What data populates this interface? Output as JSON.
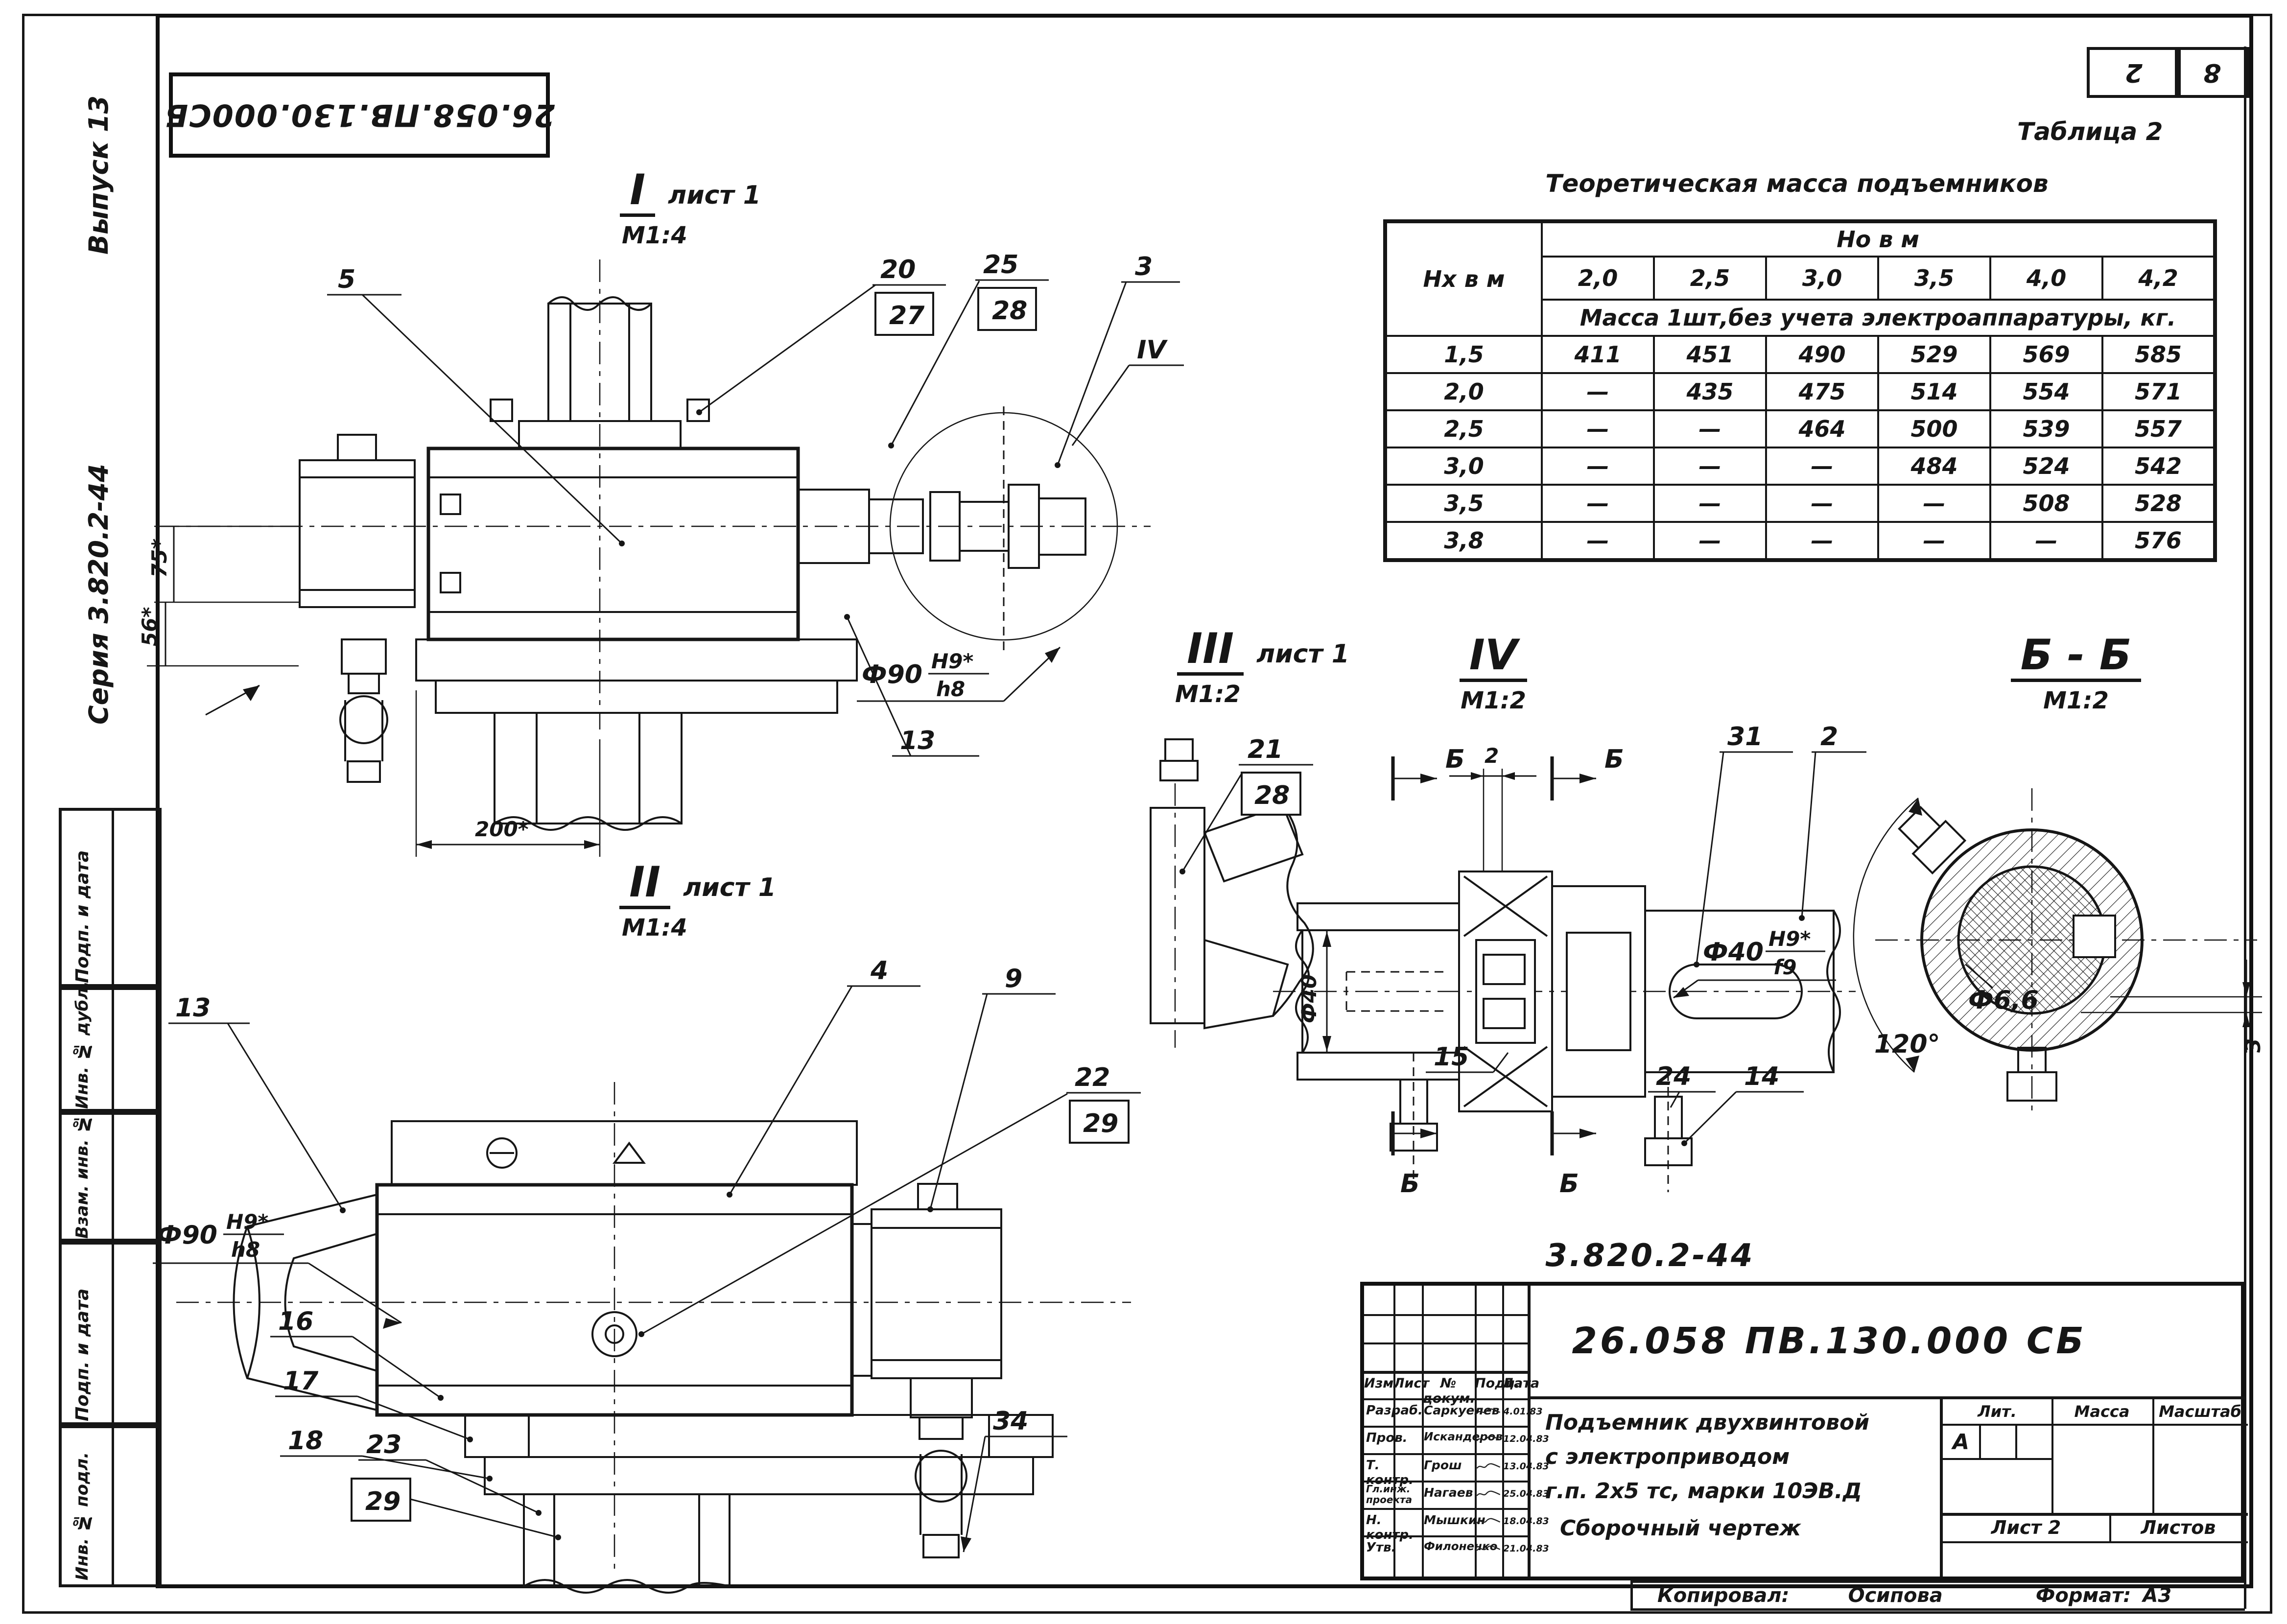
{
  "page": {
    "corner_left": "2",
    "corner_right": "8",
    "flipped_stamp": "26.058.ПВ.130.000СБ",
    "footer": {
      "copied_label": "Копировал:",
      "copied_name": "Осипова",
      "format_label": "Формат:",
      "format_value": "А3"
    }
  },
  "margin": {
    "issue": "Выпуск 13",
    "series": "Серия 3.820.2-44",
    "stamps": [
      "Подп. и дата",
      "Инв. № дубл.",
      "Взам. инв. №",
      "Подп. и дата",
      "Инв. № подл."
    ]
  },
  "table2": {
    "label": "Таблица 2",
    "title": "Теоретическая  масса  подъемников",
    "row_axis": "Нх  в  м",
    "col_group": "Но  в  м",
    "columns": [
      "2,0",
      "2,5",
      "3,0",
      "3,5",
      "4,0",
      "4,2"
    ],
    "note": "Масса 1шт,без учета  электроаппаратуры, кг.",
    "rows": [
      {
        "h": "1,5",
        "v": [
          "411",
          "451",
          "490",
          "529",
          "569",
          "585"
        ]
      },
      {
        "h": "2,0",
        "v": [
          "—",
          "435",
          "475",
          "514",
          "554",
          "571"
        ]
      },
      {
        "h": "2,5",
        "v": [
          "—",
          "—",
          "464",
          "500",
          "539",
          "557"
        ]
      },
      {
        "h": "3,0",
        "v": [
          "—",
          "—",
          "—",
          "484",
          "524",
          "542"
        ]
      },
      {
        "h": "3,5",
        "v": [
          "—",
          "—",
          "—",
          "—",
          "508",
          "528"
        ]
      },
      {
        "h": "3,8",
        "v": [
          "—",
          "—",
          "—",
          "—",
          "—",
          "576"
        ]
      }
    ]
  },
  "views": {
    "v1": {
      "num": "I",
      "sheet": "лист 1",
      "scale": "М1:4"
    },
    "v2": {
      "num": "II",
      "sheet": "лист 1",
      "scale": "М1:4"
    },
    "v3": {
      "num": "III",
      "sheet": "лист 1",
      "scale": "М1:2"
    },
    "v4": {
      "num": "IV",
      "scale": "М1:2"
    },
    "bb": {
      "num": "Б - Б",
      "scale": "М1:2"
    }
  },
  "callouts": {
    "n2": "2",
    "n3": "3",
    "n4": "4",
    "n5": "5",
    "n9": "9",
    "n13": "13",
    "n14": "14",
    "n15": "15",
    "n16": "16",
    "n17": "17",
    "n18": "18",
    "n20": "20",
    "n21": "21",
    "n22": "22",
    "n23": "23",
    "n24": "24",
    "n25": "25",
    "n27": "27",
    "n28": "28",
    "n29": "29",
    "n31": "31",
    "n34": "34",
    "iv": "IV",
    "b": "Б"
  },
  "dims": {
    "d75": "75*",
    "d56": "56*",
    "d200": "200*",
    "d90p": "Ф90",
    "d90n": "H9*",
    "d90d": "h8",
    "d40": "Ф40",
    "d40p": "Ф40",
    "d40n": "H9*",
    "d40d": "f9",
    "d2": "2",
    "d66": "Ф6,6",
    "d120": "120°",
    "d3": "3"
  },
  "title_block": {
    "code": "3.820.2-44",
    "doc": "26.058 ПВ.130.000 СБ",
    "headers": [
      "Изм.",
      "Лист",
      "№ докум.",
      "Подп.",
      "Дата"
    ],
    "rows": [
      {
        "role": "Разраб.",
        "name": "Саркуелев",
        "date": "4.01.83"
      },
      {
        "role": "Пров.",
        "name": "Искандеров",
        "date": "12.04.83"
      },
      {
        "role": "Т. контр.",
        "name": "Грош",
        "date": "13.04.83"
      },
      {
        "role": "Гл.инж. проекта",
        "name": "Нагаев",
        "date": "25.04.83"
      },
      {
        "role": "Н. контр.",
        "name": "Мышкин",
        "date": "18.04.83"
      },
      {
        "role": "Утв.",
        "name": "Филоненко",
        "date": "21.04.83"
      }
    ],
    "product_1": "Подъемник двухвинтовой",
    "product_2": "с  электроприводом",
    "product_3": "г.п. 2х5 тс, марки 10ЭВ.Д",
    "doc_type": "Сборочный  чертеж",
    "lit_label": "Лит.",
    "mass_label": "Масса",
    "scale_label": "Масштаб",
    "lit": "А",
    "sheet_label": "Лист 2",
    "sheets_label": "Листов"
  }
}
